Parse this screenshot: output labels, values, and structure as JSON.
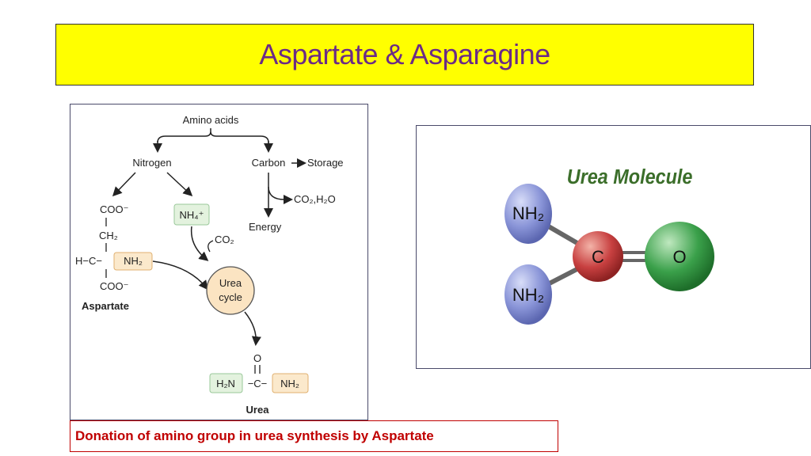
{
  "title": "Aspartate & Asparagine",
  "pathway": {
    "amino_acids": "Amino acids",
    "nitrogen": "Nitrogen",
    "carbon": "Carbon",
    "storage": "Storage",
    "co2_h2o": "CO₂,H₂O",
    "energy": "Energy",
    "coo_top": "COO⁻",
    "ch2": "CH₂",
    "h_c": "H−C−",
    "nh2": "NH₂",
    "coo_bottom": "COO⁻",
    "aspartate": "Aspartate",
    "nh4": "NH₄⁺",
    "co2": "CO₂",
    "urea_cycle_1": "Urea",
    "urea_cycle_2": "cycle",
    "o": "O",
    "h2n": "H₂N",
    "c_mid": "−C−",
    "nh2_right": "NH₂",
    "urea": "Urea"
  },
  "urea_molecule": {
    "title": "Urea Molecule",
    "nh2_top": "NH₂",
    "nh2_bottom": "NH₂",
    "c": "C",
    "o": "O"
  },
  "caption": "Donation of amino group in urea synthesis by Aspartate",
  "colors": {
    "title_bg": "#ffff00",
    "title_text": "#6b2b86",
    "caption_text": "#c00000",
    "nh2_atom": "#8a95d8",
    "c_atom": "#c84040",
    "o_atom": "#3aa04a",
    "green_box": "#e3f2de",
    "orange_box": "#fbe9cc",
    "cycle_fill": "#fbe4c2"
  }
}
